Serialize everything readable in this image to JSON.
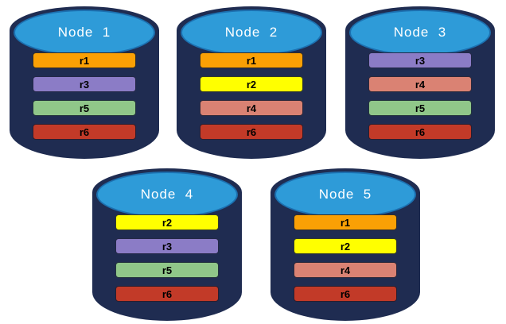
{
  "palette": {
    "cylinder_body": "#1F2C51",
    "cylinder_top_fill": "#2E9BD8",
    "cylinder_top_border": "#1C70B0",
    "title_color": "#FFFFFF",
    "bar_label_color": "#000000"
  },
  "replica_colors": {
    "r1": "#FAA005",
    "r2": "#FFFF00",
    "r3": "#8B7CC6",
    "r4": "#DA8273",
    "r5": "#90C789",
    "r6": "#C23A28"
  },
  "nodes": [
    {
      "title": "Node  1",
      "replicas": [
        "r1",
        "r3",
        "r5",
        "r6"
      ]
    },
    {
      "title": "Node  2",
      "replicas": [
        "r1",
        "r2",
        "r4",
        "r6"
      ]
    },
    {
      "title": "Node  3",
      "replicas": [
        "r3",
        "r4",
        "r5",
        "r6"
      ]
    },
    {
      "title": "Node  4",
      "replicas": [
        "r2",
        "r3",
        "r5",
        "r6"
      ]
    },
    {
      "title": "Node  5",
      "replicas": [
        "r1",
        "r2",
        "r4",
        "r6"
      ]
    }
  ]
}
